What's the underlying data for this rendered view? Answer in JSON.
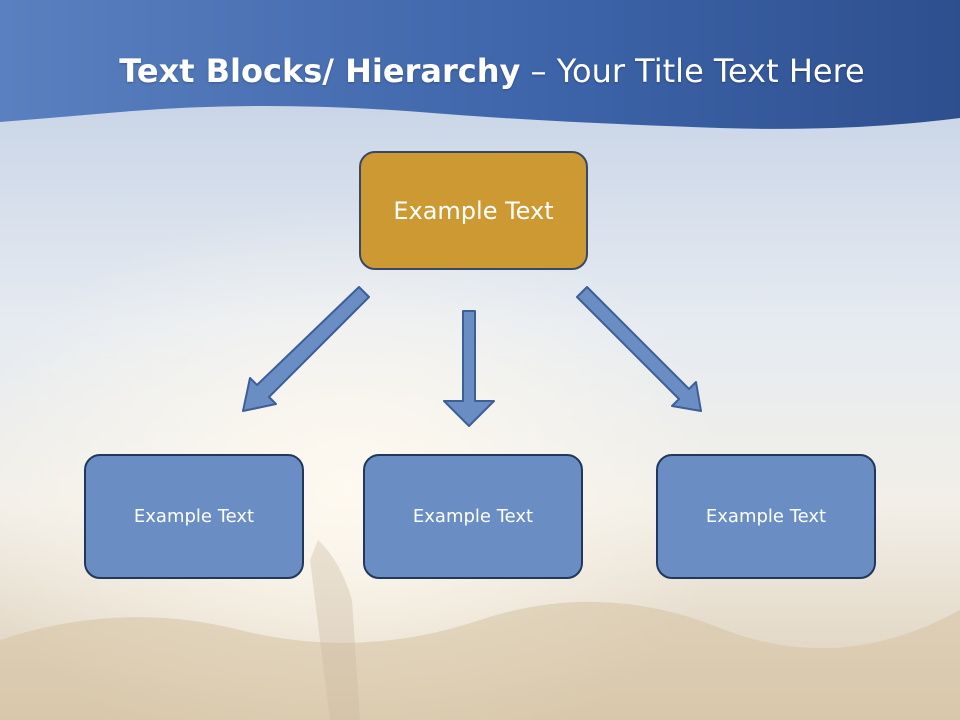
{
  "title": {
    "bold_part": "Text Blocks/ Hierarchy",
    "separator": " – ",
    "normal_part": "Your Title Text Here"
  },
  "diagram": {
    "top_box": {
      "label": "Example Text"
    },
    "children": [
      {
        "label": "Example Text"
      },
      {
        "label": "Example Text"
      },
      {
        "label": "Example Text"
      }
    ]
  },
  "colors": {
    "header_band": "#3f66a8",
    "top_box_fill": "#cc9933",
    "child_box_fill": "#6a8dc4",
    "arrow_fill": "#6a8dc4",
    "arrow_stroke": "#3d5e96"
  }
}
